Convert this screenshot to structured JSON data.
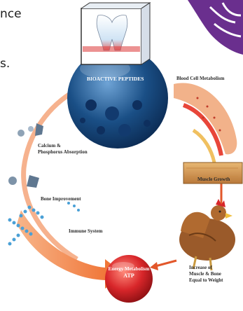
{
  "cropped_text": {
    "line1": "nce",
    "line2": "s."
  },
  "labels": {
    "bioactive_peptides": "BIOACTIVE PEPTIDES",
    "blood_cell": "Blood Cell Metabolism",
    "calcium_line1": "Calcium &",
    "calcium_line2": "Phosphorus Absorption",
    "bone": "Bone Improvement",
    "immune": "Immune System",
    "muscle_growth": "Muscle Growth",
    "energy_line1": "Energy Metabolism",
    "energy_line2": "ATP",
    "increase_line1": "Increase of",
    "increase_line2": "Muscle & Bone",
    "increase_line3": "Equal to Weight"
  },
  "colors": {
    "arrow_orange": "#f0793a",
    "sphere_blue": "#1a4f86",
    "atp_red": "#d8262a",
    "logo_purple": "#6a2f8e",
    "muscle_wood": "#d8a25a"
  },
  "icons": [
    "tooth-icon",
    "bone-crystal-icon",
    "blood-vessel-icon",
    "immune-cells-icon",
    "chicken-icon",
    "logo-leaf-icon"
  ]
}
